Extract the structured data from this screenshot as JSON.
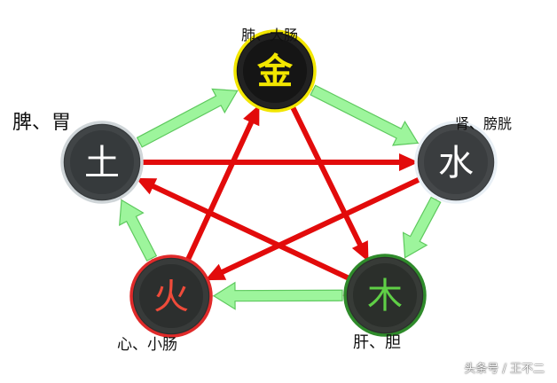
{
  "elements": [
    {
      "key": "metal",
      "glyph": "金",
      "organs": "肺、大肠",
      "border_color": "#f2e600",
      "glyph_color": "#f2e600",
      "fill": "#151515"
    },
    {
      "key": "water",
      "glyph": "水",
      "organs": "肾、膀胱",
      "border_color": "#e8eff5",
      "glyph_color": "#ffffff",
      "fill": "#3a3d3f"
    },
    {
      "key": "wood",
      "glyph": "木",
      "organs": "肝、胆",
      "border_color": "#2f8b2b",
      "glyph_color": "#5fcf46",
      "fill": "#2b2f2b"
    },
    {
      "key": "fire",
      "glyph": "火",
      "organs": "心、小肠",
      "border_color": "#e02a2a",
      "glyph_color": "#ef4b3a",
      "fill": "#2c2f2e"
    },
    {
      "key": "earth",
      "glyph": "土",
      "organs": "脾、胃",
      "border_color": "#cfd5d8",
      "glyph_color": "#ffffff",
      "fill": "#363a3c"
    }
  ],
  "generating_cycle": [
    [
      "earth",
      "metal"
    ],
    [
      "metal",
      "water"
    ],
    [
      "water",
      "wood"
    ],
    [
      "wood",
      "fire"
    ],
    [
      "fire",
      "earth"
    ]
  ],
  "controlling_cycle": [
    [
      "metal",
      "wood"
    ],
    [
      "wood",
      "earth"
    ],
    [
      "earth",
      "water"
    ],
    [
      "water",
      "fire"
    ],
    [
      "fire",
      "metal"
    ]
  ],
  "colors": {
    "generating": "#9df59c",
    "generating_edge": "#5ec95e",
    "controlling": "#e20b0b"
  },
  "watermark": "头条号 / 王不二"
}
